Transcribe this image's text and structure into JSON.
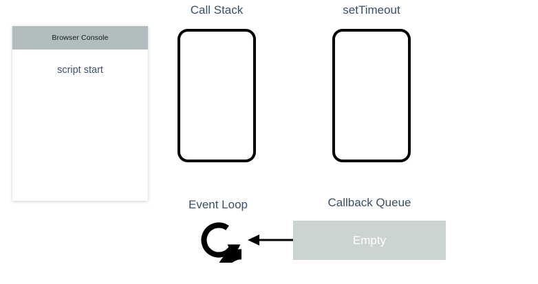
{
  "console": {
    "title": "Browser Console",
    "lines": [
      "script start"
    ],
    "header_color": "#b1bdbe",
    "text_color": "#3d5270"
  },
  "panels": {
    "call_stack": {
      "title": "Call Stack",
      "frames": []
    },
    "set_timeout": {
      "title": "setTimeout",
      "frames": []
    }
  },
  "event_loop": {
    "title": "Event Loop",
    "icon": "circular-arrow-clockwise-icon"
  },
  "callback_queue": {
    "title": "Callback Queue",
    "status": "Empty",
    "box_color": "#ccd4d3",
    "label_color": "#ffffff"
  },
  "flow": {
    "arrow_direction": "left",
    "arrow_from": "Callback Queue",
    "arrow_to": "Event Loop"
  },
  "theme": {
    "title_color": "#3a4f66",
    "stroke_color": "#000000",
    "background": "#ffffff"
  }
}
